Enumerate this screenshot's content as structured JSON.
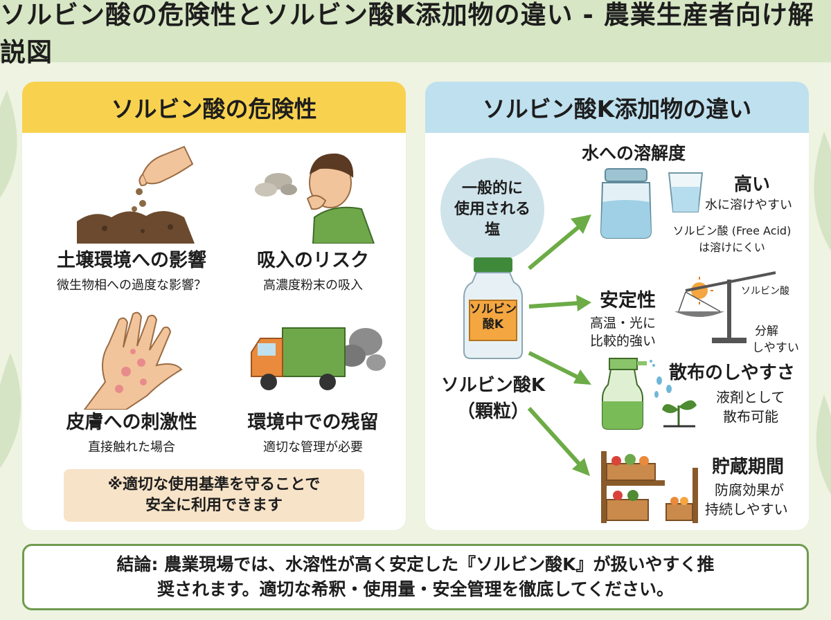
{
  "title": "ソルビン酸の危険性とソルビン酸K添加物の違い - 農業生産者向け解説図",
  "left_panel": {
    "heading": "ソルビン酸の危険性",
    "items": [
      {
        "title": "土壌環境への影響",
        "subtitle": "微生物相への過度な影響？"
      },
      {
        "title": "吸入のリスク",
        "subtitle": "高濃度粉末の吸入"
      },
      {
        "title": "皮膚への刺激性",
        "subtitle": "直接触れた場合"
      },
      {
        "title": "環境中での残留",
        "subtitle": "適切な管理が必要"
      }
    ],
    "note_line1": "※適切な使用基準を守ることで",
    "note_line2": "安全に利用できます"
  },
  "right_panel": {
    "heading": "ソルビン酸K添加物の違い",
    "circle_line1": "一般的に",
    "circle_line2": "使用される",
    "circle_line3": "塩",
    "bottle_label_line1": "ソルビン",
    "bottle_label_line2": "酸K",
    "product_name": "ソルビン酸K",
    "product_form": "（顆粒）",
    "solubility": {
      "heading": "水への溶解度",
      "level": "高い",
      "desc": "水に溶けやすい",
      "compare_line1": "ソルビン酸 (Free Acid)",
      "compare_line2": "は溶けにくい"
    },
    "stability": {
      "heading": "安定性",
      "desc_line1": "高温・光に",
      "desc_line2": "比較的強い",
      "scale_label": "ソルビン酸",
      "compare_line1": "分解",
      "compare_line2": "しやすい"
    },
    "spray": {
      "heading": "散布のしやすさ",
      "desc_line1": "液剤として",
      "desc_line2": "散布可能"
    },
    "storage": {
      "heading": "貯蔵期間",
      "desc_line1": "防腐効果が",
      "desc_line2": "持続しやすい"
    }
  },
  "conclusion_line1": "結論: 農業現場では、水溶性が高く安定した『ソルビン酸K』が扱いやすく推",
  "conclusion_line2": "奨されます。適切な希釈・使用量・安全管理を徹底してください。",
  "colors": {
    "title_bg": "#d7e6c4",
    "left_head": "#f8d24f",
    "right_head": "#bfe0ee",
    "arrow_green": "#6cab46",
    "note_bg": "#f7e3c8",
    "conclusion_border": "#6f9a4f"
  }
}
